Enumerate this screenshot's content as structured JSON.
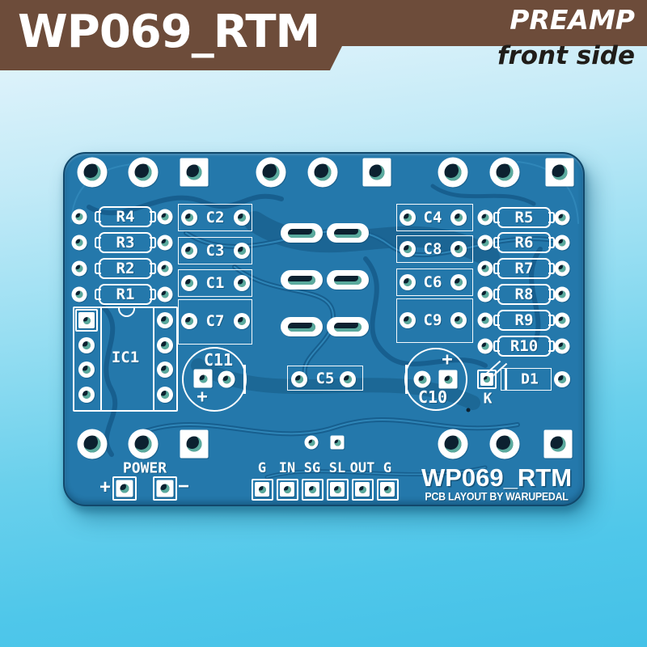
{
  "header": {
    "title": "WP069_RTM",
    "product": "PREAMP",
    "side": "front side"
  },
  "board": {
    "resistors_left": [
      "R4",
      "R3",
      "R2",
      "R1"
    ],
    "resistors_right": [
      "R5",
      "R6",
      "R7",
      "R8",
      "R9",
      "R10"
    ],
    "capacitors_left": [
      "C2",
      "C3",
      "C1",
      "C7"
    ],
    "capacitors_right": [
      "C4",
      "C8",
      "C6",
      "C9"
    ],
    "capacitor_center": "C5",
    "cap_electrolytic_left": {
      "label": "C11",
      "polarity_mark": "+"
    },
    "cap_electrolytic_right": {
      "label": "C10",
      "polarity_mark": "+"
    },
    "ic": {
      "label": "IC1"
    },
    "diode": {
      "label": "D1",
      "cathode_mark": "K"
    },
    "power": {
      "label": "POWER",
      "plus_mark": "+",
      "minus_mark": "−"
    },
    "connector_labels": [
      "G",
      "IN",
      "SG",
      "SL",
      "OUT",
      "G"
    ],
    "footer_title": "WP069_RTM",
    "footer_credit": "PCB LAYOUT BY WARUPEDAL"
  },
  "colors": {
    "header_brown": "#6d4c3a",
    "board_blue": "#2478ab",
    "silkscreen": "#ffffff",
    "pad_hole": "#0c2130",
    "background_top": "#edf8fd",
    "background_bottom": "#44c1e7"
  }
}
